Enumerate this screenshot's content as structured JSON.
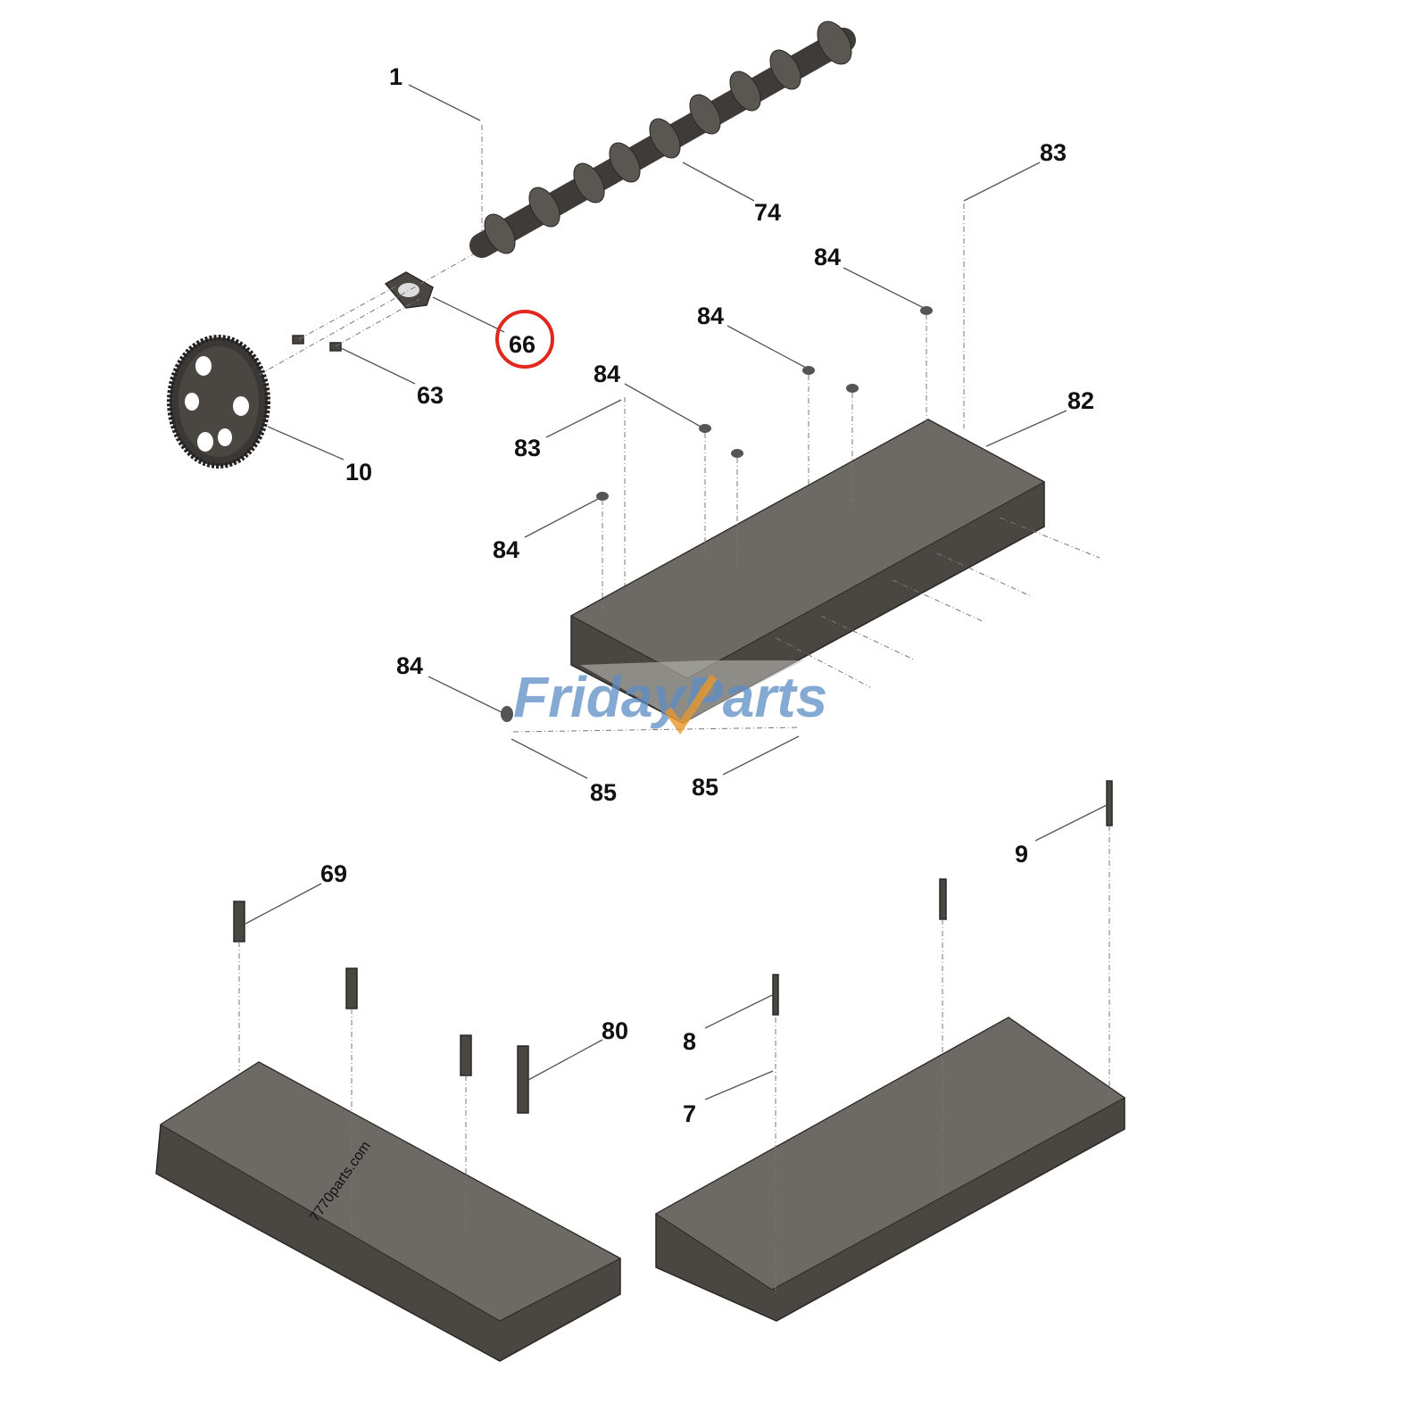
{
  "diagram": {
    "callouts": [
      {
        "id": "c1",
        "text": "1"
      },
      {
        "id": "c74",
        "text": "74"
      },
      {
        "id": "c83a",
        "text": "83"
      },
      {
        "id": "c84a",
        "text": "84"
      },
      {
        "id": "c84b",
        "text": "84"
      },
      {
        "id": "c66",
        "text": "66",
        "highlighted": true
      },
      {
        "id": "c63",
        "text": "63"
      },
      {
        "id": "c10",
        "text": "10"
      },
      {
        "id": "c84c",
        "text": "84"
      },
      {
        "id": "c83b",
        "text": "83"
      },
      {
        "id": "c82",
        "text": "82"
      },
      {
        "id": "c84d",
        "text": "84"
      },
      {
        "id": "c84e",
        "text": "84"
      },
      {
        "id": "c85a",
        "text": "85"
      },
      {
        "id": "c85b",
        "text": "85"
      },
      {
        "id": "c9",
        "text": "9"
      },
      {
        "id": "c69",
        "text": "69"
      },
      {
        "id": "c80",
        "text": "80"
      },
      {
        "id": "c8",
        "text": "8"
      },
      {
        "id": "c7",
        "text": "7"
      }
    ],
    "highlight_color": "#e0281e",
    "part_color": "#4a4743"
  },
  "watermark": {
    "brand": "FridayParts",
    "small": "7770parts.com",
    "brand_color": "#5b8cc4",
    "accent_color": "#e8962a"
  }
}
